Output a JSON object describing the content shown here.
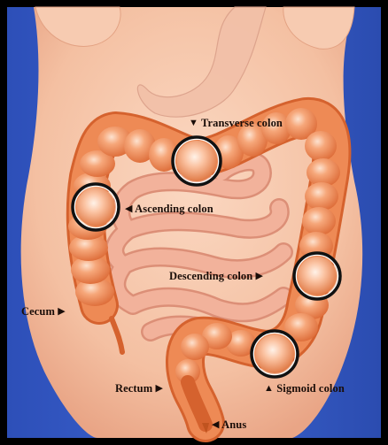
{
  "labels": {
    "transverse_colon": "Transverse colon",
    "ascending_colon": "Ascending colon",
    "descending_colon": "Descending colon",
    "cecum": "Cecum",
    "rectum": "Rectum",
    "sigmoid_colon": "Sigmoid colon",
    "anus": "Anus"
  },
  "markers": {
    "down": "▼",
    "left": "◀",
    "right": "▶",
    "up": "▲"
  },
  "colors": {
    "frame": "#000000",
    "background_blue": "#2f56c6",
    "skin": "#f4c2a5",
    "small_intestine": "#f1a58d",
    "colon": "#e9763f",
    "highlight_circle": "#111111"
  }
}
